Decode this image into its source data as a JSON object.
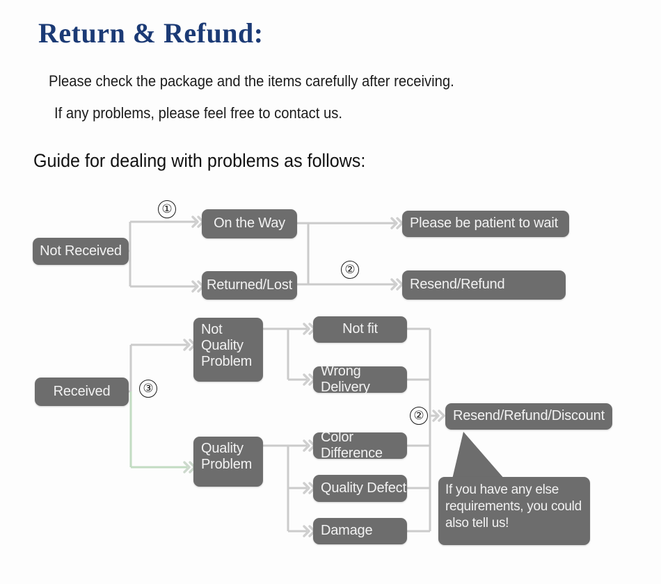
{
  "header": {
    "title": "Return & Refund:",
    "intro_lines": [
      "Please check the package and the items carefully after receiving.",
      "If any problems, please feel free to contact us."
    ],
    "guide_heading": "Guide for dealing with problems as follows:"
  },
  "colors": {
    "title_blue": "#1b3a75",
    "node_gray": "#6d6d6d",
    "node_text": "#f2f2f2",
    "wire_gray": "#c9c9c9",
    "wire_green": "#b6d9b6",
    "page_background": "#fdfdfd",
    "body_text": "#1c1c1c"
  },
  "flowchart": {
    "nodes": {
      "not_received": "Not Received",
      "on_the_way": "On the Way",
      "returned_lost": "Returned/Lost",
      "please_wait": "Please be patient to wait",
      "resend_refund": "Resend/Refund",
      "received": "Received",
      "not_quality_problem": "Not\nQuality\nProblem",
      "quality_problem": "Quality\nProblem",
      "not_fit": "Not fit",
      "wrong_delivery": "Wrong Delivery",
      "color_difference": "Color Difference",
      "quality_defect": "Quality Defect",
      "damage": "Damage",
      "resend_refund_discount": "Resend/Refund/Discount"
    },
    "markers": {
      "step1": "①",
      "step2_top": "②",
      "step3": "③",
      "step2_bottom": "②"
    },
    "callout": "If you have any else requirements, you could also tell us!"
  }
}
